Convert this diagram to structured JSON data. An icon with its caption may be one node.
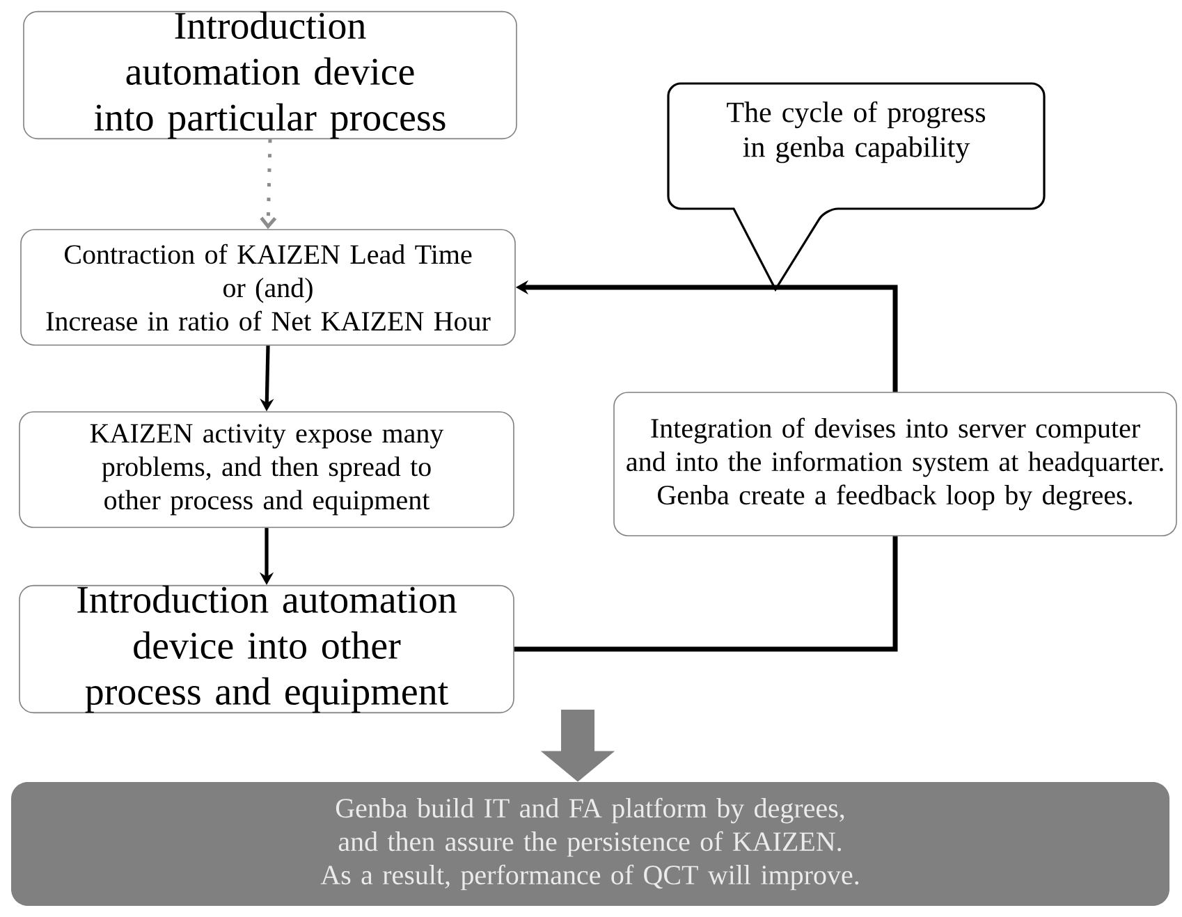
{
  "diagram": {
    "nodes": [
      {
        "text": [
          "Introduction automation device into particular process"
        ]
      },
      {
        "text": [
          "Contraction of KAIZEN Lead Time",
          "or (and)",
          "Increase in ratio of Net KAIZEN Hour"
        ]
      },
      {
        "text": [
          "KAIZEN activity expose many problems, and then spread to other process and equipment"
        ]
      },
      {
        "text": [
          "Introduction automation device into other process and equipment"
        ]
      },
      {
        "text": [
          "Integration of devises into server computer and into the information system at headquarter. Genba create a feedback loop by degrees."
        ]
      },
      {
        "text": [
          "The cycle of progress in genba capability"
        ]
      },
      {
        "text": [
          "Genba build IT and FA platform by degrees, and then assure the persistence of KAIZEN. As a result, performance of QCT will improve."
        ]
      }
    ],
    "edges": [
      {
        "from": 0,
        "to": 1,
        "arrow": "to",
        "style": "dashed",
        "color": "#8c8c8c"
      },
      {
        "from": 1,
        "to": 2,
        "arrow": "to"
      },
      {
        "from": 2,
        "to": 3,
        "arrow": "to"
      },
      {
        "from": 3,
        "to": 4,
        "arrow": "none"
      },
      {
        "from": 4,
        "to": 1,
        "arrow": "to"
      },
      {
        "from": null,
        "to": 6,
        "arrow": "to",
        "style": "thick",
        "color": "#7f7f7f"
      }
    ]
  }
}
